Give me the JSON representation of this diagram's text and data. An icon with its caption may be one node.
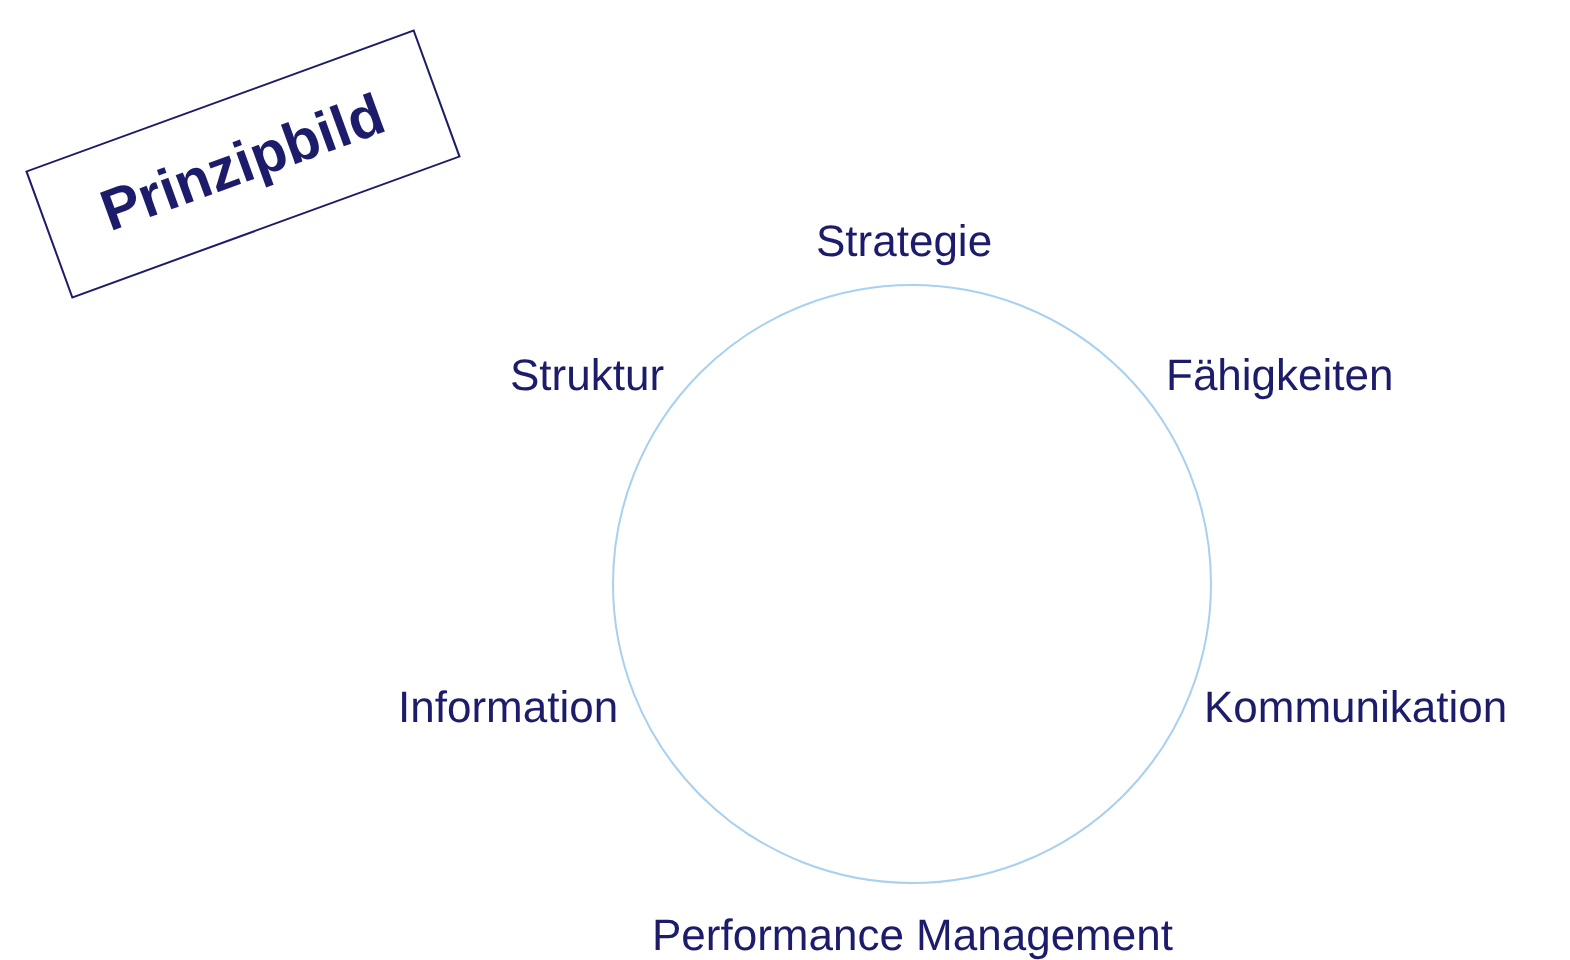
{
  "diagram": {
    "nodes": [
      {
        "text": [
          "Prinzipbild"
        ]
      },
      {
        "text": [],
        "shape": "circle",
        "beside": [
          "Strategie",
          "Fähigkeiten",
          "Kommunikation",
          "Performance Management",
          "Information",
          "Struktur"
        ]
      }
    ],
    "edges": []
  }
}
